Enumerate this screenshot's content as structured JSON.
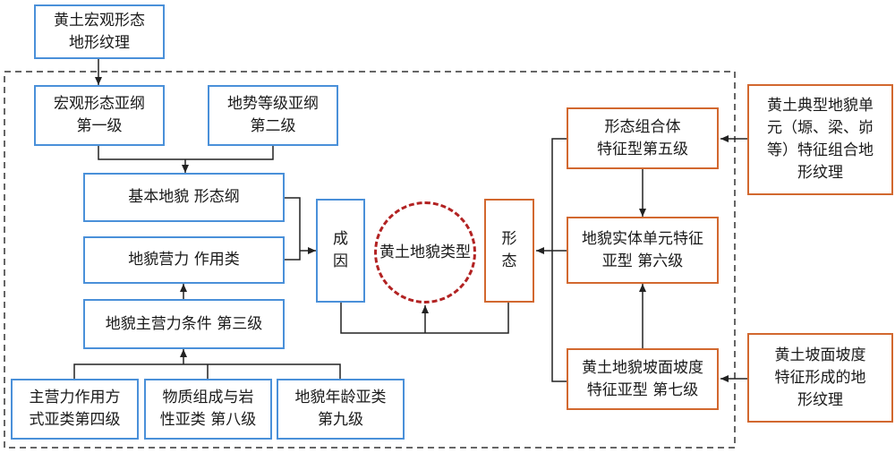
{
  "colors": {
    "blue_border": "#4a90d9",
    "orange_border": "#d2682f",
    "circle": "#b22222",
    "line": "#222222"
  },
  "boxes": {
    "macro_texture": [
      "黄土宏观形态",
      "地形纹理"
    ],
    "macro_subclass": [
      "宏观形态亚纲",
      "第一级"
    ],
    "terrain_grade": [
      "地势等级亚纲",
      "第二级"
    ],
    "basic_landform": [
      "基本地貌 形态纲"
    ],
    "landform_force": [
      "地貌营力 作用类"
    ],
    "main_force_cond": [
      "地貌主营力条件 第三级"
    ],
    "main_force_mode": [
      "主营力作用方",
      "式亚类第四级"
    ],
    "material": [
      "物质组成与岩",
      "性亚类 第八级"
    ],
    "age": [
      "地貌年龄亚类",
      "第九级"
    ],
    "genesis": [
      "成",
      "因"
    ],
    "center": [
      "黄土地貌",
      "类型"
    ],
    "morphology": [
      "形",
      "态"
    ],
    "combination": [
      "形态组合体",
      "特征型第五级"
    ],
    "entity_unit": [
      "地貌实体单元特征",
      "亚型 第六级"
    ],
    "slope_type": [
      "黄土地貌坡面坡度",
      "特征亚型 第七级"
    ],
    "typical_unit": [
      "黄土典型地貌单",
      "元（塬、梁、峁",
      "等）特征组合地",
      "形纹理"
    ],
    "slope_texture": [
      "黄土坡面坡度",
      "特征形成的地",
      "形纹理"
    ]
  }
}
